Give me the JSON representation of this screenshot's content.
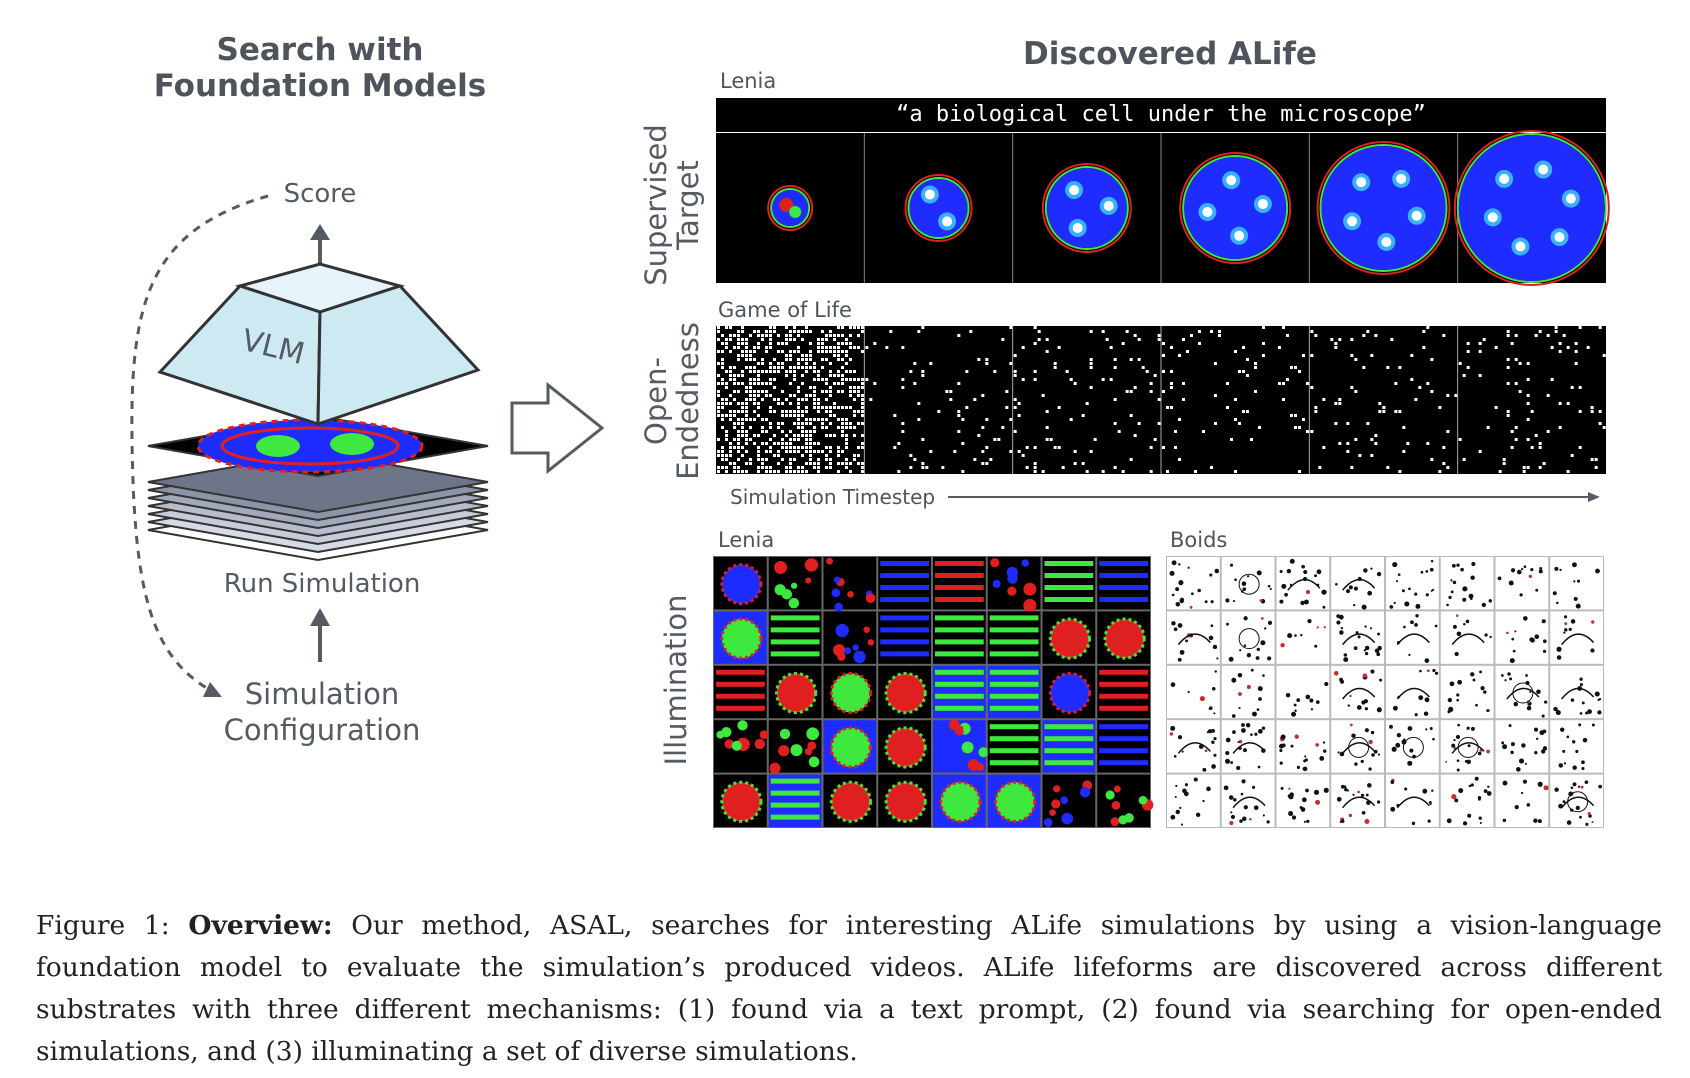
{
  "left": {
    "title_line1": "Search with",
    "title_line2": "Foundation Models",
    "score": "Score",
    "vlm": "VLM",
    "run_simulation": "Run Simulation",
    "config_line1": "Simulation",
    "config_line2": "Configuration"
  },
  "right": {
    "title": "Discovered ALife",
    "lenia_label": "Lenia",
    "prompt": "“a biological cell under the microscope”",
    "supervised_line1": "Supervised",
    "supervised_line2": "Target",
    "gol_label": "Game of Life",
    "open_line1": "Open-",
    "open_line2": "Endedness",
    "timestep": "Simulation Timestep",
    "lenia2_label": "Lenia",
    "boids_label": "Boids",
    "illumination": "Illumination"
  },
  "caption": {
    "fig": "Figure 1:",
    "bold": "Overview:",
    "text": "Our method, ASAL, searches for interesting ALife simulations by using a vision-language foundation model to evaluate the simulation’s produced videos. ALife lifeforms are discovered across different substrates with three different mechanisms: (1) found via a text prompt, (2) found via searching for open-ended simulations, and (3) illuminating a set of diverse simulations."
  },
  "colors": {
    "vlm_face": "#cdeaf2",
    "arrow": "#555a63",
    "lenia_blue": "#1e2cff",
    "lenia_green": "#3ee83e",
    "lenia_red": "#e02020"
  }
}
